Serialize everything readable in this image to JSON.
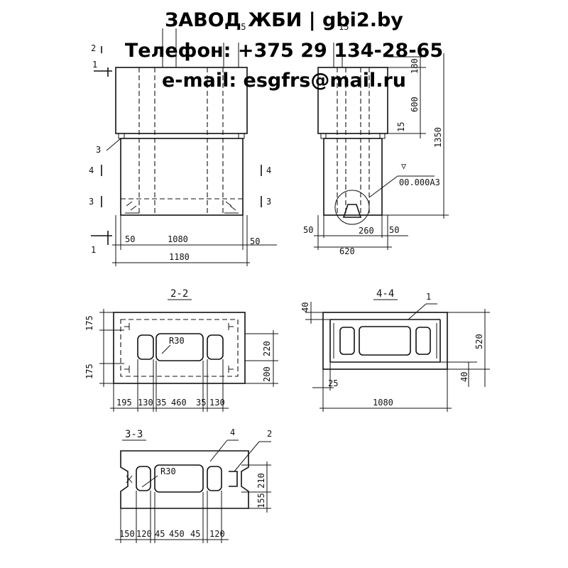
{
  "header": {
    "line1": "ЗАВОД ЖБИ | gbi2.by",
    "line2": "Телефон: +375 29 134-28-65",
    "line3": "e-mail: esgfrs@mail.ru"
  },
  "drawing": {
    "front": {
      "marks": {
        "m2": "2",
        "m1a": "1",
        "m3": "3",
        "m4l": "4",
        "m4r": "4",
        "m3l": "3",
        "m3r": "3",
        "m1b": "1",
        "top_dim": "15"
      },
      "dims": {
        "d50a": "50",
        "d1080": "1080",
        "d50b": "50",
        "d1180": "1180"
      }
    },
    "side": {
      "dims": {
        "d180": "180",
        "d600": "600",
        "d15": "15",
        "d1350": "1350",
        "elev_mark": "▽",
        "elev": "00.000АЗ",
        "d50a": "50",
        "d260": "260",
        "d50b": "50",
        "d620": "620",
        "top_dim": "15"
      }
    },
    "section22": {
      "title": "2-2",
      "radius": "R30",
      "dims": {
        "d175a": "175",
        "d175b": "175",
        "d220": "220",
        "d200": "200",
        "b195": "195",
        "b130a": "130",
        "b35a": "35",
        "b460": "460",
        "b35b": "35",
        "b130b": "130"
      }
    },
    "section44": {
      "title": "4-4",
      "mark": "1",
      "dims": {
        "d40a": "40",
        "d520": "520",
        "d40b": "40",
        "d25": "25",
        "d1080": "1080"
      }
    },
    "section33": {
      "title": "3-3",
      "mark4": "4",
      "mark2": "2",
      "radius": "R30",
      "dims": {
        "d210": "210",
        "d155": "155",
        "b150": "150",
        "b120a": "120",
        "b45a": "45",
        "b450": "450",
        "b45b": "45",
        "b120b": "120"
      }
    }
  }
}
